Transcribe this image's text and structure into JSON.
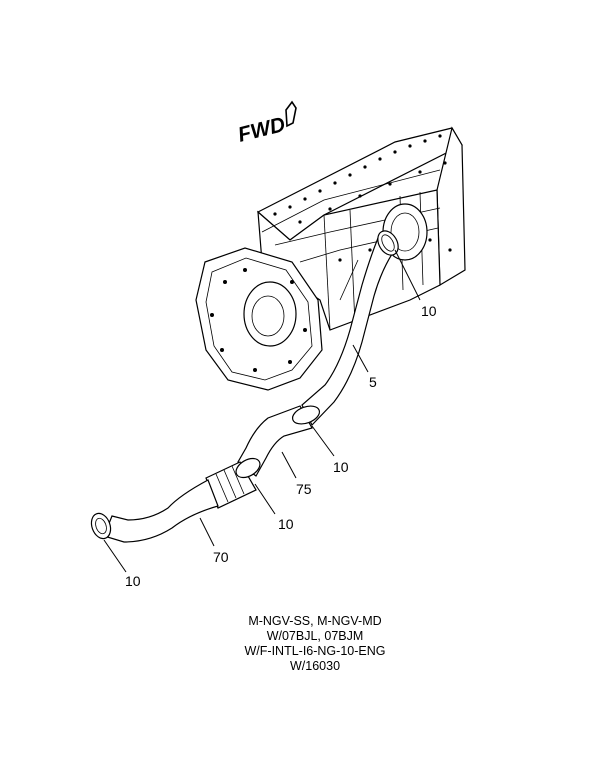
{
  "orientation": {
    "label": "FWD",
    "icon": "forward-arrow-icon"
  },
  "callouts": {
    "clamp_engine": "10",
    "pipe_upper": "5",
    "clamp_upper_joint": "10",
    "pipe_middle": "75",
    "clamp_lower_joint": "10",
    "pipe_lower": "70",
    "clamp_end": "10"
  },
  "caption": {
    "line1": "M-NGV-SS, M-NGV-MD",
    "line2": "W/07BJL, 07BJM",
    "line3": "W/F-INTL-I6-NG-10-ENG",
    "line4": "W/16030"
  }
}
